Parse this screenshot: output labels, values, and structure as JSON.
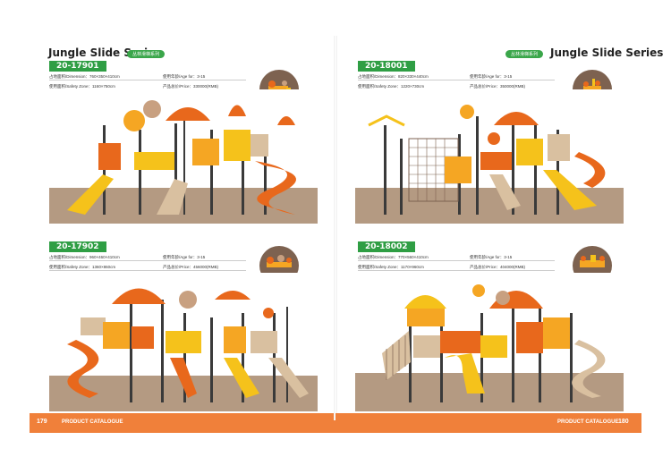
{
  "left": {
    "series_title": "Jungle Slide Series",
    "series_badge": "丛林滑梯系列",
    "page_number": "179",
    "footer_label": "PRODUCT CATALOGUE"
  },
  "right": {
    "series_title": "Jungle Slide Series",
    "series_badge": "丛林滑梯系列",
    "page_number": "180",
    "footer_label": "PRODUCT CATALOGUE"
  },
  "products": [
    {
      "code": "20-17901",
      "dimension": "占地面积/Dimension：760×350×410cm",
      "age": "使用年龄/Age for：3-15",
      "safety": "使用面积/Safety Zone：1160×750cm",
      "price": "产品总价/Price：330000(RMB)"
    },
    {
      "code": "20-18001",
      "dimension": "占地面积/Dimension：820×330×440cm",
      "age": "使用年龄/Age for：3-15",
      "safety": "使用面积/Safety Zone：1220×730cm",
      "price": "产品总价/Price：350000(RMB)"
    },
    {
      "code": "20-17902",
      "dimension": "占地面积/Dimension：960×460×410cm",
      "age": "使用年龄/Age for：3-15",
      "safety": "使用面积/Safety Zone：1360×860cm",
      "price": "产品总价/Price：456000(RMB)"
    },
    {
      "code": "20-18002",
      "dimension": "占地面积/Dimension：770×560×410cm",
      "age": "使用年龄/Age for：3-15",
      "safety": "使用面积/Safety Zone：1170×960cm",
      "price": "产品总价/Price：404000(RMB)"
    }
  ],
  "colors": {
    "accent_green": "#2f9e44",
    "footer_orange": "#f0803a",
    "floor_brown": "#b49a82",
    "slide_yellow": "#f5c21b",
    "roof_orange": "#e8681c",
    "pole_dark": "#3a3a3a"
  }
}
